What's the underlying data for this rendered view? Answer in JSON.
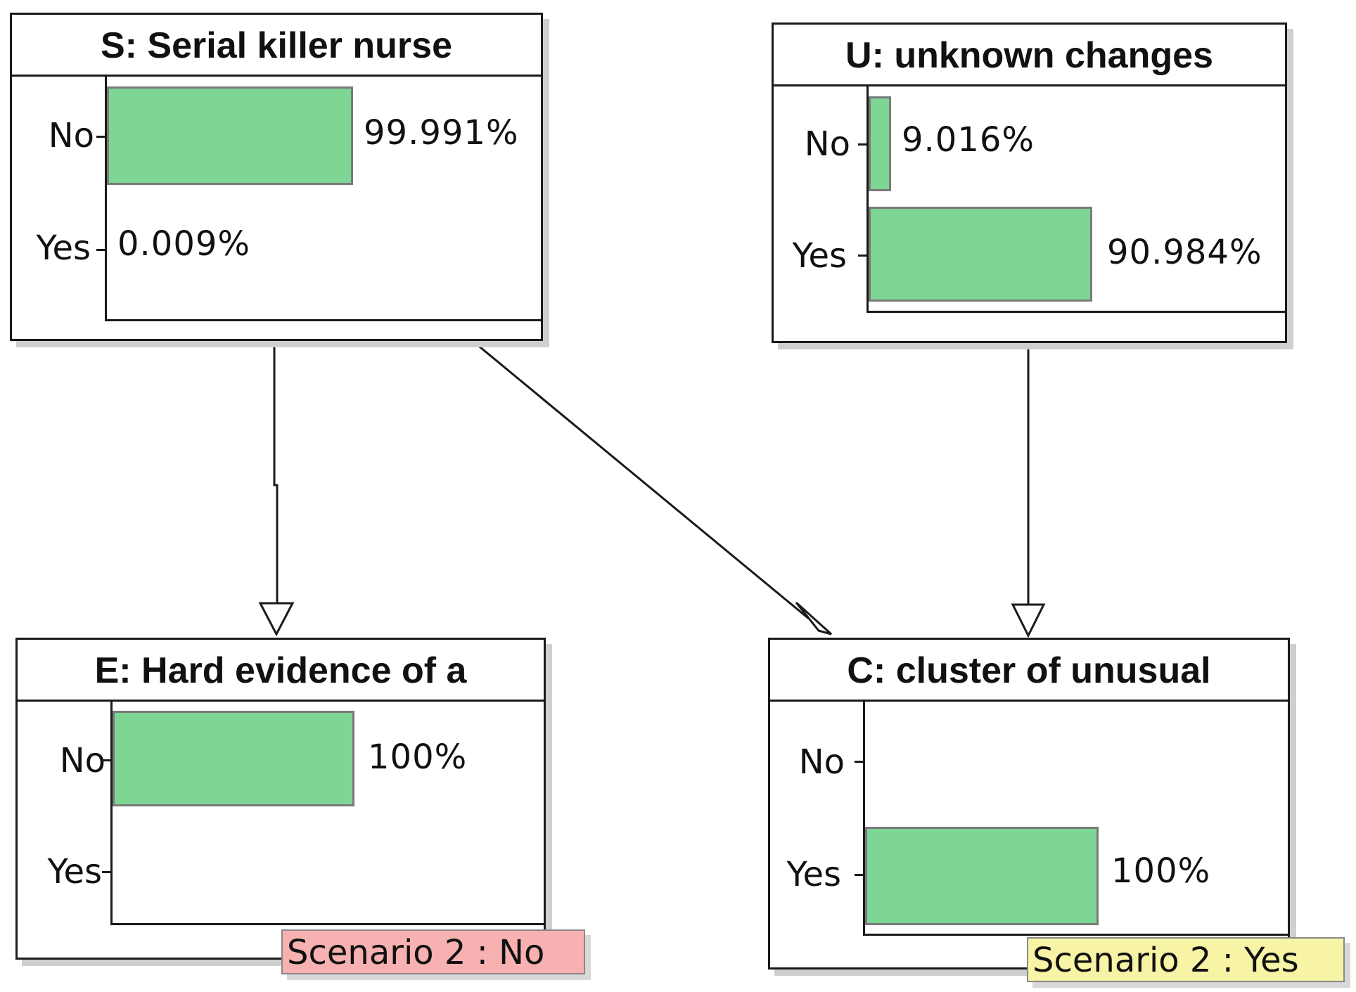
{
  "nodes": {
    "s": {
      "title": "S: Serial killer nurse",
      "states": [
        {
          "label": "No",
          "value": 99.991,
          "text": "99.991%"
        },
        {
          "label": "Yes",
          "value": 0.009,
          "text": "0.009%"
        }
      ]
    },
    "u": {
      "title": "U: unknown changes",
      "states": [
        {
          "label": "No",
          "value": 9.016,
          "text": "9.016%"
        },
        {
          "label": "Yes",
          "value": 90.984,
          "text": "90.984%"
        }
      ]
    },
    "e": {
      "title": "E: Hard evidence of a",
      "states": [
        {
          "label": "No",
          "value": 100,
          "text": "100%"
        },
        {
          "label": "Yes",
          "value": 0,
          "text": ""
        }
      ],
      "scenario": "Scenario 2 : No"
    },
    "c": {
      "title": "C: cluster of unusual",
      "states": [
        {
          "label": "No",
          "value": 0,
          "text": ""
        },
        {
          "label": "Yes",
          "value": 100,
          "text": "100%"
        }
      ],
      "scenario": "Scenario 2 : Yes"
    }
  },
  "colors": {
    "bar_fill": "#7dd694",
    "scenario_no": "#f7b1b1",
    "scenario_yes": "#f8f4a6"
  }
}
